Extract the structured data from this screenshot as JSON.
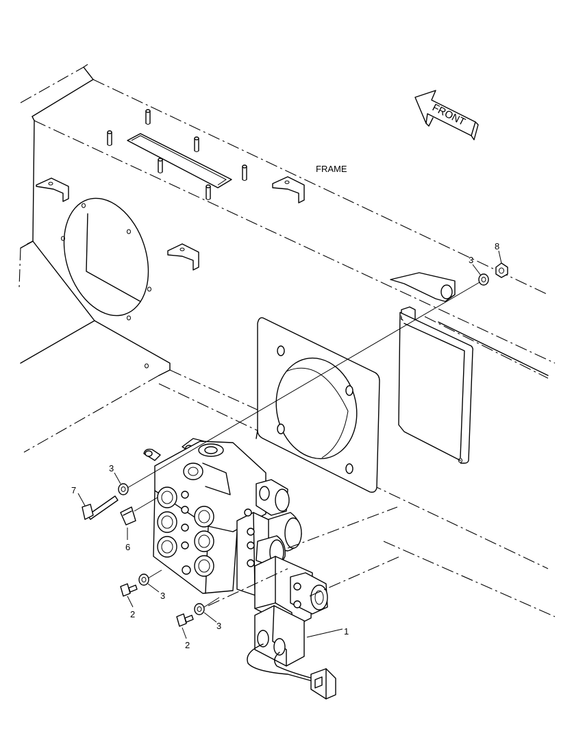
{
  "frame_label": "FRAME",
  "front_label": "FRONT",
  "callouts": {
    "c1": "1",
    "c2a": "2",
    "c2b": "2",
    "c3a": "3",
    "c3b": "3",
    "c3c": "3",
    "c3d": "3",
    "c6": "6",
    "c7": "7",
    "c8": "8"
  }
}
